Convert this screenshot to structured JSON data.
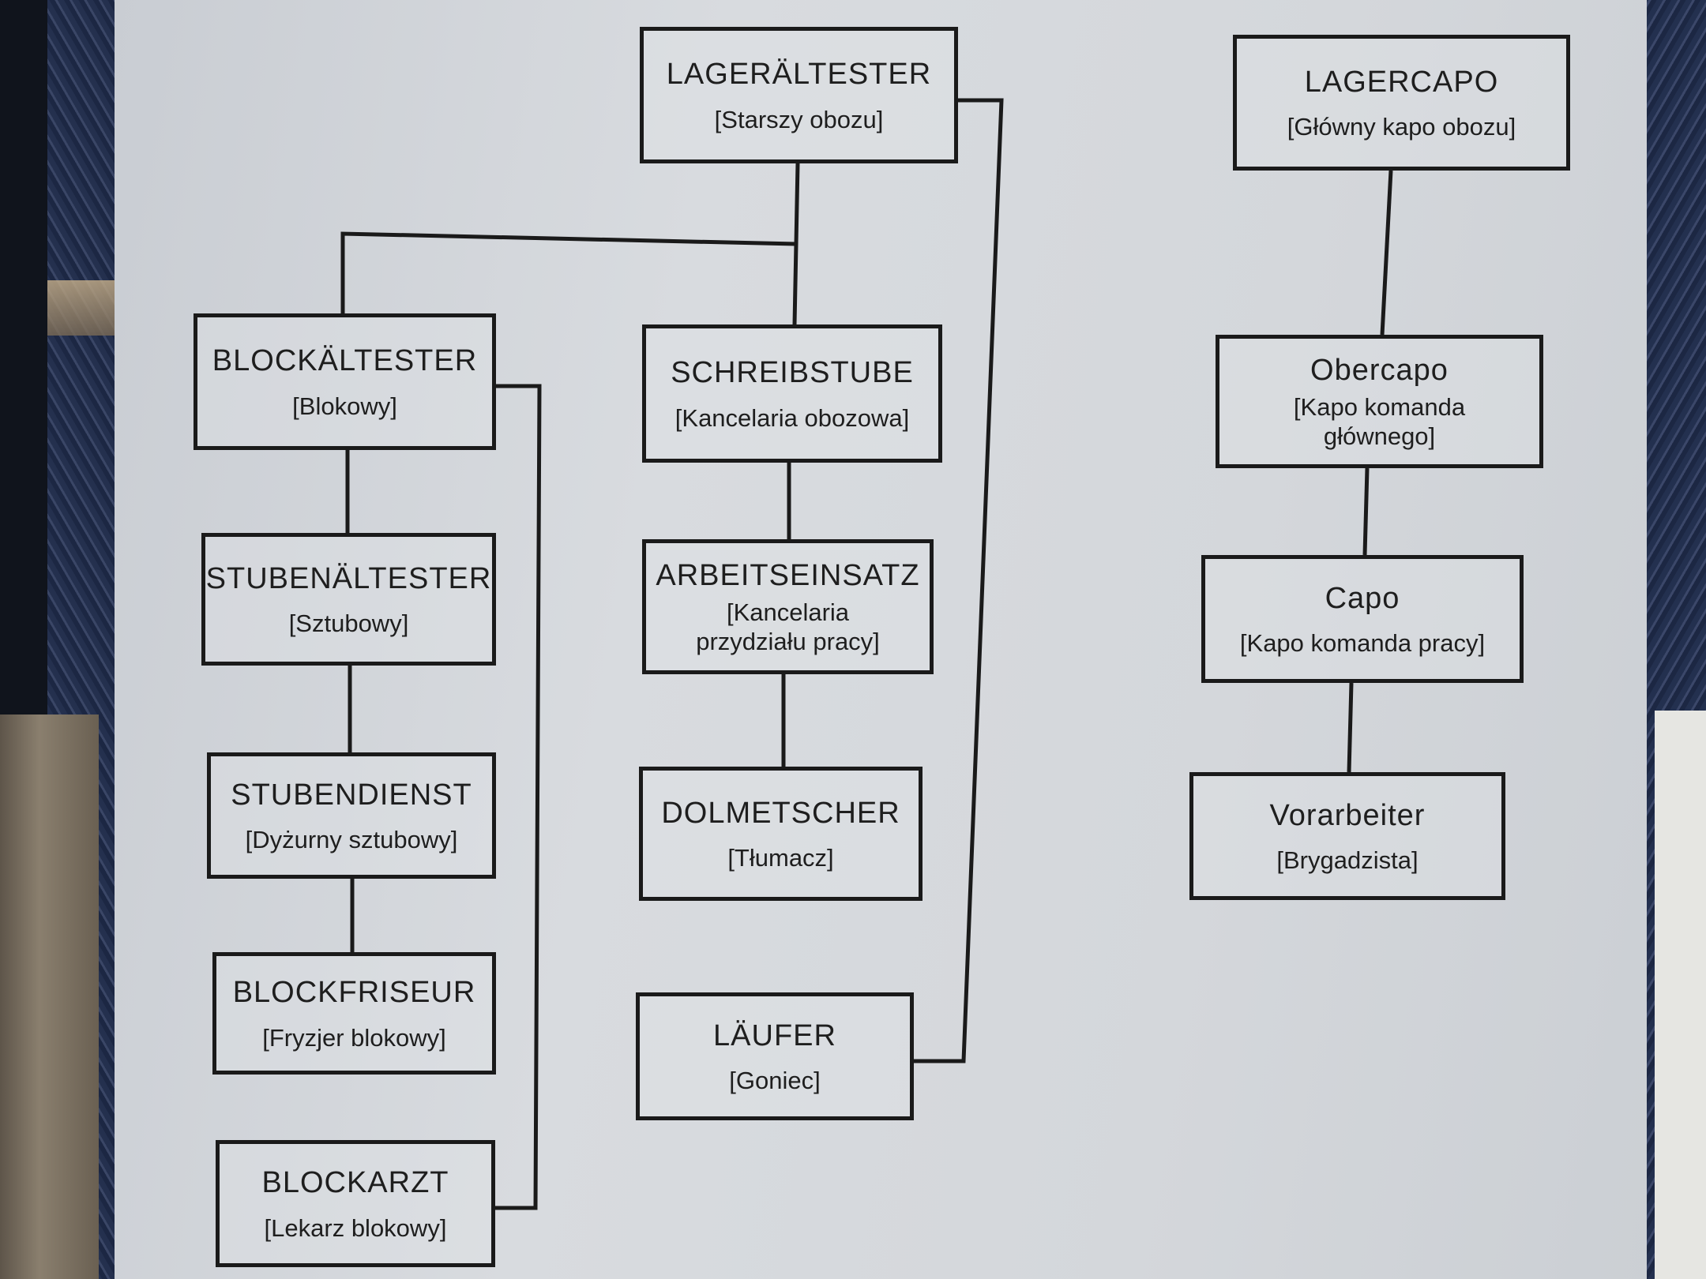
{
  "chart": {
    "lagerältester": {
      "title": "LAGERÄLTESTER",
      "subtitle": "[Starszy obozu]"
    },
    "lagercapo": {
      "title": "LAGERCAPO",
      "subtitle": "[Główny kapo obozu]"
    },
    "blockältester": {
      "title": "BLOCKÄLTESTER",
      "subtitle": "[Blokowy]"
    },
    "schreibstube": {
      "title": "SCHREIBSTUBE",
      "subtitle": "[Kancelaria obozowa]"
    },
    "obercapo": {
      "title": "Obercapo",
      "subtitle": "[Kapo komanda głównego]"
    },
    "stubenältester": {
      "title": "STUBENÄLTESTER",
      "subtitle": "[Sztubowy]"
    },
    "arbeitseinsatz": {
      "title": "ARBEITSEINSATZ",
      "subtitle": "[Kancelaria przydziału pracy]"
    },
    "capo": {
      "title": "Capo",
      "subtitle": "[Kapo komanda pracy]"
    },
    "stubendienst": {
      "title": "STUBENDIENST",
      "subtitle": "[Dyżurny sztubowy]"
    },
    "dolmetscher": {
      "title": "DOLMETSCHER",
      "subtitle": "[Tłumacz]"
    },
    "vorarbeiter": {
      "title": "Vorarbeiter",
      "subtitle": "[Brygadzista]"
    },
    "blockfriseur": {
      "title": "BLOCKFRISEUR",
      "subtitle": "[Fryzjer blokowy]"
    },
    "läufer": {
      "title": "LÄUFER",
      "subtitle": "[Goniec]"
    },
    "blockarzt": {
      "title": "BLOCKARZT",
      "subtitle": "[Lekarz blokowy]"
    }
  }
}
